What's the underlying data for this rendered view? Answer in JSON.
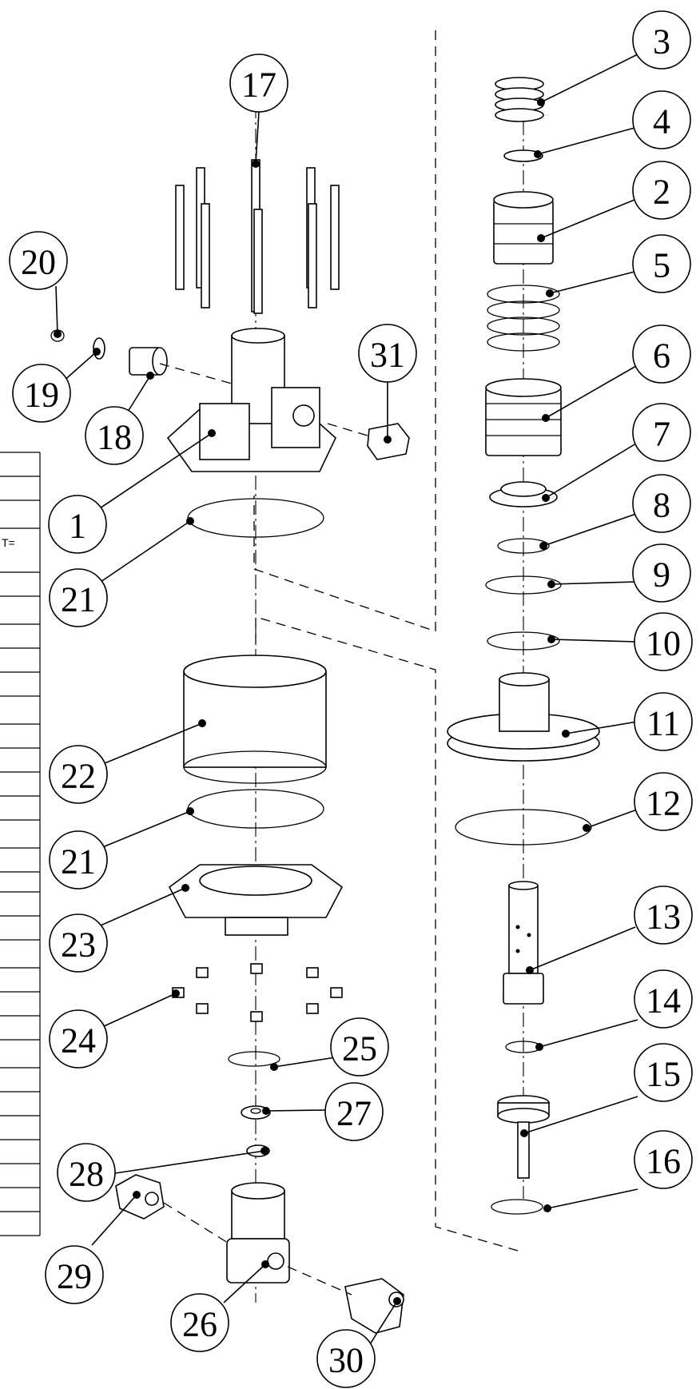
{
  "callouts": [
    "1",
    "2",
    "3",
    "4",
    "5",
    "6",
    "7",
    "8",
    "9",
    "10",
    "11",
    "12",
    "13",
    "14",
    "15",
    "16",
    "17",
    "18",
    "19",
    "20",
    "21",
    "21",
    "22",
    "23",
    "24",
    "25",
    "26",
    "27",
    "28",
    "29",
    "30",
    "31"
  ],
  "table": {
    "partial_text": "T="
  }
}
